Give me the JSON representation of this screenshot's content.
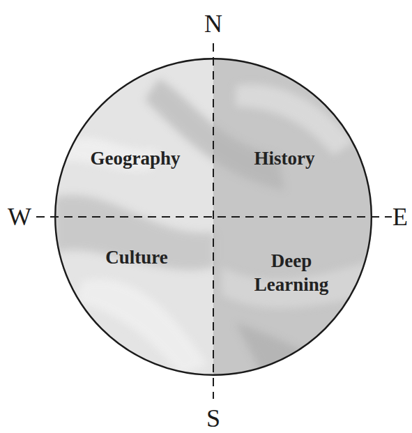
{
  "diagram": {
    "nodes": [
      {
        "text": [
          "Geography",
          "History",
          "Culture",
          "Deep Learning"
        ]
      }
    ],
    "labels": [
      "N",
      "W",
      "E",
      "S"
    ]
  }
}
